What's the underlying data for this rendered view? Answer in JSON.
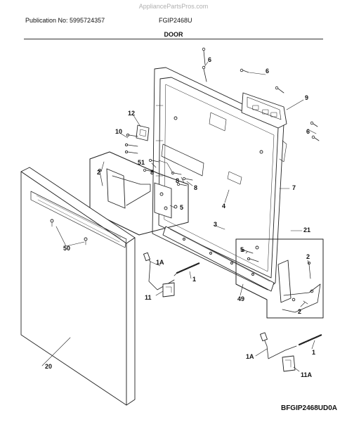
{
  "watermark": "AppliancePartsPros.com",
  "header": {
    "publication": "Publication No: 5995724357",
    "model": "FGIP2468U",
    "section": "DOOR"
  },
  "footer_code": "BFGIP2468UD0A",
  "callouts": [
    "1",
    "1",
    "1A",
    "1A",
    "2",
    "2",
    "2",
    "3",
    "4",
    "5",
    "5",
    "6",
    "6",
    "6",
    "7",
    "8",
    "8",
    "8",
    "9",
    "10",
    "11",
    "11A",
    "12",
    "20",
    "21",
    "49",
    "50",
    "51"
  ]
}
